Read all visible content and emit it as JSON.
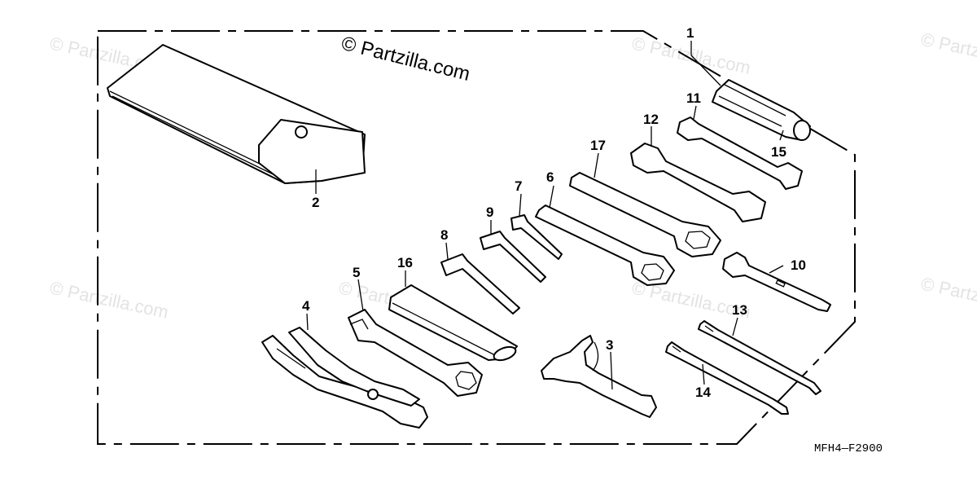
{
  "watermark": "© Partzilla.com",
  "copyright": "© Partzilla.com",
  "diagram_code": "MFH4—F2900",
  "callouts": {
    "tool_bag": "2",
    "screwdriver_handle": "1",
    "wrench_10x14": "11",
    "wrench_14x17": "12",
    "socket_handle": "15",
    "box_wrench_17": "17",
    "box_wrench_6": "6",
    "hex_wrench_7": "7",
    "hex_wrench_9": "9",
    "hex_wrench_8": "8",
    "extension_bar": "16",
    "spark_plug_wrench": "5",
    "pliers": "4",
    "pin_spanner": "3",
    "open_wrench_10": "10",
    "screwdriver_13": "13",
    "screwdriver_14": "14"
  }
}
